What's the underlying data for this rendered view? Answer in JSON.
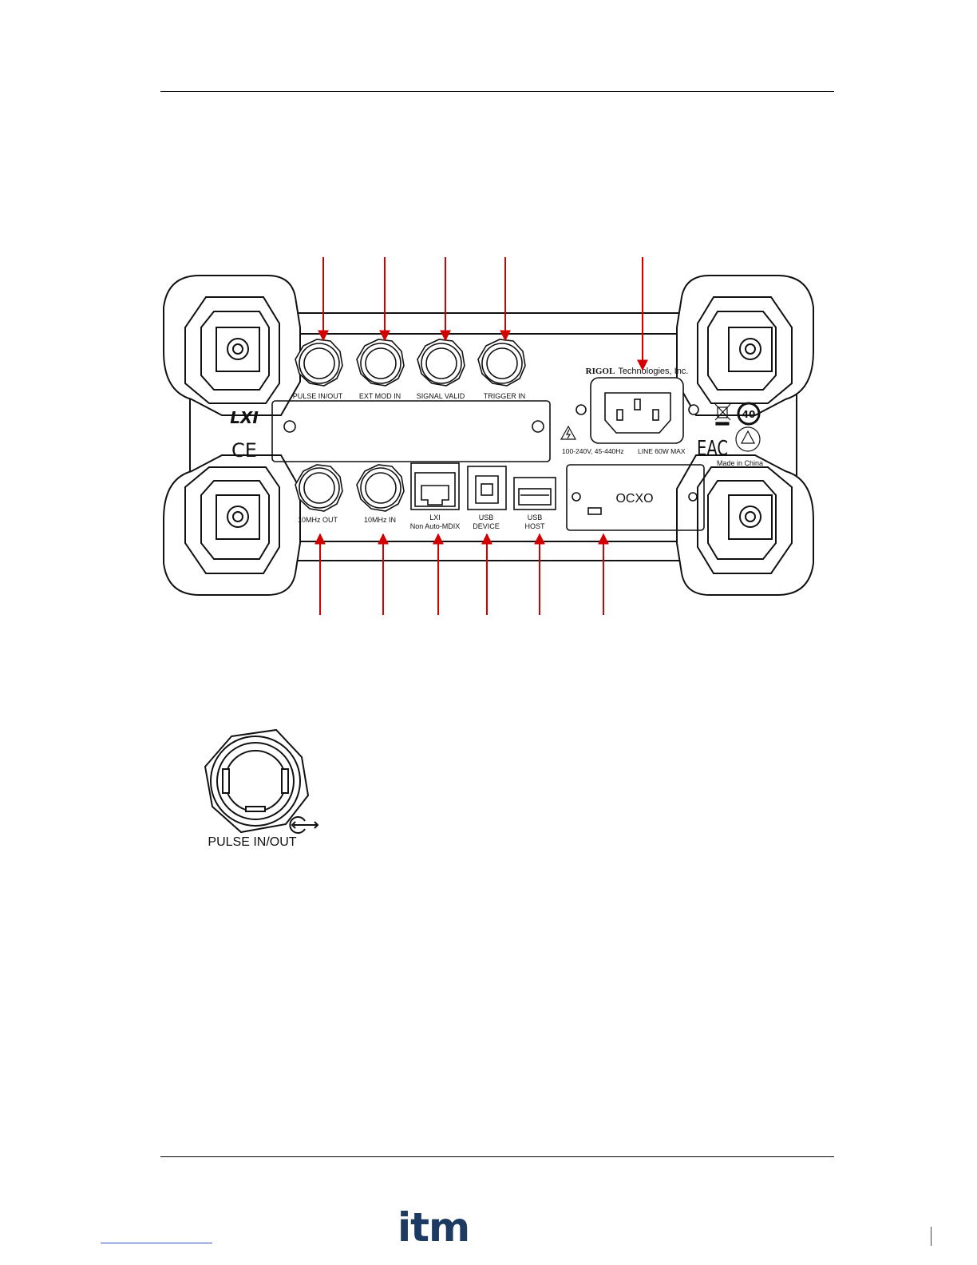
{
  "device": {
    "brand": "RIGOL",
    "brand_suffix": "Technologies, Inc.",
    "top_connectors": [
      "PULSE IN/OUT",
      "EXT MOD IN",
      "SIGNAL VALID",
      "TRIGGER IN"
    ],
    "bottom_connectors": [
      "10MHz OUT",
      "10MHz IN"
    ],
    "lan_label_1": "LXI",
    "lan_label_2": "Non Auto-MDIX",
    "usb_device_1": "USB",
    "usb_device_2": "DEVICE",
    "usb_host_1": "USB",
    "usb_host_2": "HOST",
    "ocxo": "OCXO",
    "power_rating": "100-240V,  45-440Hz",
    "line_rating": "LINE  60W  MAX",
    "made_in": "Made in China",
    "lxi_logo": "LXI",
    "ce_mark": "CE",
    "eac_mark": "EAC",
    "rohs_years": "40"
  },
  "detail": {
    "label": "PULSE IN/OUT"
  },
  "footer": {
    "logo": "itm"
  },
  "colors": {
    "callout": "#d40000",
    "line": "#111111"
  }
}
